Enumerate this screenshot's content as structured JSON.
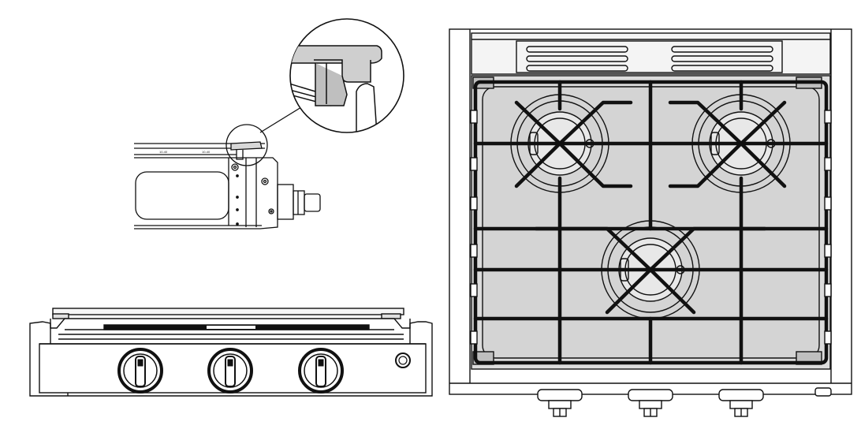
{
  "figure": {
    "views": [
      {
        "id": "side-cross-section",
        "detail": "magnified-clip"
      },
      {
        "id": "front-view",
        "knobs": 3,
        "igniter": true
      },
      {
        "id": "top-view",
        "burners": 3,
        "knobs": 3
      }
    ],
    "side_labels": [
      "10-40",
      "10-40"
    ],
    "colors": {
      "line": "#111111",
      "grate": "#111111",
      "pan": "#dcdcdc",
      "panel": "#f2f2f2",
      "background": "#ffffff"
    }
  }
}
